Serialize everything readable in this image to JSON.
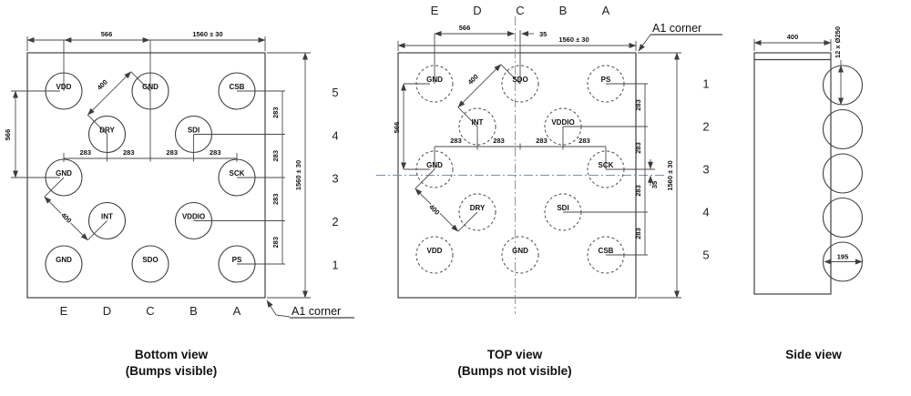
{
  "captions": {
    "bottom_view": "Bottom view",
    "bottom_view_sub": "(Bumps visible)",
    "top_view": "TOP view",
    "top_view_sub": "(Bumps not visible)",
    "side_view": "Side view"
  },
  "axis": {
    "columns": [
      "E",
      "D",
      "C",
      "B",
      "A"
    ],
    "rows_bottom": [
      "5",
      "4",
      "3",
      "2",
      "1"
    ],
    "rows_top": [
      "1",
      "2",
      "3",
      "4",
      "5"
    ]
  },
  "dims": {
    "overall": "1560 ± 30",
    "pitch": "283",
    "pitch_double": "566",
    "pitch_diagonal": "400",
    "center_offset": "35",
    "die_thickness": "400",
    "bump_spec": "12 x Ø250",
    "bump_height": "195"
  },
  "annotations": {
    "a1_corner": "A1 corner"
  },
  "pinmap": {
    "E5": "VDD",
    "C5": "GND",
    "A5": "CSB",
    "D4": "DRY",
    "B4": "SDI",
    "E3": "GND",
    "A3": "SCK",
    "D2": "INT",
    "B2": "VDDIO",
    "E1": "GND",
    "C1": "SDO",
    "A1": "PS"
  }
}
